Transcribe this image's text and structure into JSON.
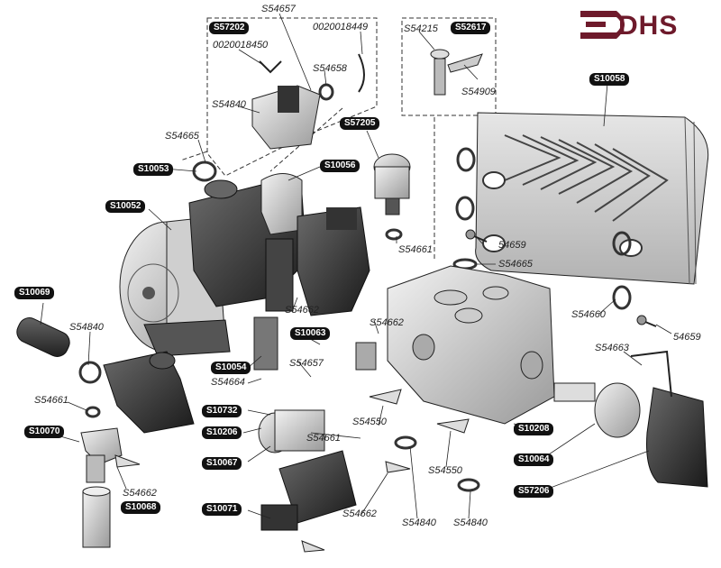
{
  "brand": {
    "name": "DHS",
    "color": "#6e1a2b"
  },
  "tags": {
    "S57202": "S57202",
    "S52617": "S52617",
    "S10058": "S10058",
    "S57205": "S57205",
    "S10053": "S10053",
    "S10056": "S10056",
    "S10052": "S10052",
    "S10069": "S10069",
    "S10063": "S10063",
    "S10054": "S10054",
    "S10732": "S10732",
    "S10206": "S10206",
    "S10070": "S10070",
    "S10067": "S10067",
    "S10208": "S10208",
    "S10064": "S10064",
    "S57206": "S57206",
    "S10068": "S10068",
    "S10071": "S10071"
  },
  "labels": {
    "S54657_top": "S54657",
    "p0020018449": "0020018449",
    "p0020018450": "0020018450",
    "S54658": "S54658",
    "S54840_top": "S54840",
    "S54215": "S54215",
    "S54909": "S54909",
    "S54665_left": "S54665",
    "S54661_mid": "S54661",
    "p54659_a": "54659",
    "S54665_right": "S54665",
    "S54662_mid": "S54662",
    "S54662_b": "S54662",
    "S54660": "S54660",
    "p54659_b": "54659",
    "S54840_left": "S54840",
    "S54657_low": "S54657",
    "S54664": "S54664",
    "S54663": "S54663",
    "S54661_left": "S54661",
    "S54550_a": "S54550",
    "S54661_low": "S54661",
    "S54550_b": "S54550",
    "S54662_left": "S54662",
    "S54662_low": "S54662",
    "S54840_b1": "S54840",
    "S54840_b2": "S54840"
  }
}
